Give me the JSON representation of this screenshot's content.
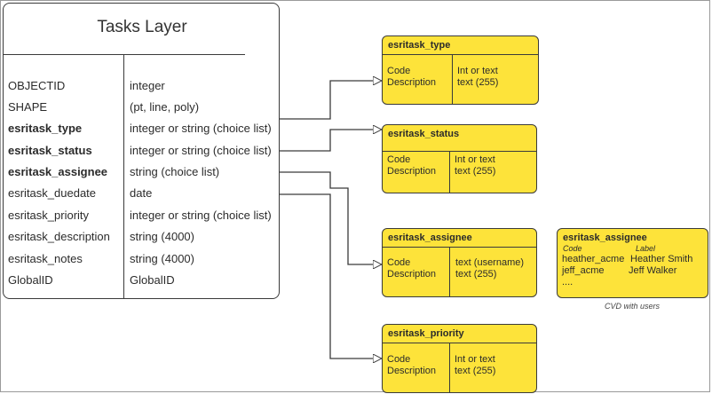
{
  "main": {
    "title": "Tasks Layer",
    "fields": [
      {
        "name": "OBJECTID",
        "type": "integer",
        "bold": false
      },
      {
        "name": "SHAPE",
        "type": "(pt, line, poly)",
        "bold": false
      },
      {
        "name": "esritask_type",
        "type": "integer or string (choice list)",
        "bold": true
      },
      {
        "name": "esritask_status",
        "type": "integer or string (choice list)",
        "bold": true
      },
      {
        "name": "esritask_assignee",
        "type": "string (choice list)",
        "bold": true
      },
      {
        "name": "esritask_duedate",
        "type": "date",
        "bold": false
      },
      {
        "name": "esritask_priority",
        "type": "integer or string (choice list)",
        "bold": false
      },
      {
        "name": "esritask_description",
        "type": "string (4000)",
        "bold": false
      },
      {
        "name": "esritask_notes",
        "type": "string (4000)",
        "bold": false
      },
      {
        "name": "GlobalID",
        "type": "GlobalID",
        "bold": false
      }
    ]
  },
  "domains": {
    "type": {
      "title": "esritask_type",
      "code_label": "Code",
      "desc_label": "Description",
      "code_val": "Int or text",
      "desc_val": "text (255)"
    },
    "status": {
      "title": "esritask_status",
      "code_label": "Code",
      "desc_label": "Description",
      "code_val": "Int or text",
      "desc_val": "text (255)"
    },
    "assignee": {
      "title": "esritask_assignee",
      "code_label": "Code",
      "desc_label": "Description",
      "code_val": "text  (username)",
      "desc_val": "text (255)"
    },
    "priority": {
      "title": "esritask_priority",
      "code_label": "Code",
      "desc_label": "Description",
      "code_val": "Int or text",
      "desc_val": "text (255)"
    }
  },
  "cvd": {
    "title": "esritask_assignee",
    "code_header": "Code",
    "label_header": "Label",
    "rows": [
      {
        "code": "heather_acme",
        "label": "Heather Smith"
      },
      {
        "code": "jeff_acme",
        "label": "Jeff Walker"
      },
      {
        "code": "....",
        "label": ""
      }
    ],
    "caption": "CVD with users"
  },
  "colors": {
    "box_fill": "#fde33a",
    "outline": "#3a3a3a"
  }
}
